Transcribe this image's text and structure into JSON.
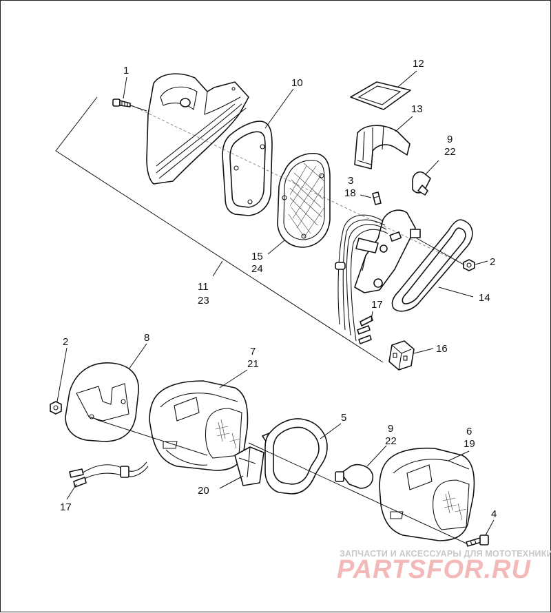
{
  "labels": {
    "l1": "1",
    "l10": "10",
    "l12": "12",
    "l13": "13",
    "l9a": "9",
    "l22a": "22",
    "l3": "3",
    "l18": "18",
    "l15": "15",
    "l24": "24",
    "l11": "11",
    "l23": "23",
    "l2a": "2",
    "l14": "14",
    "l17a": "17",
    "l16": "16",
    "l2b": "2",
    "l8": "8",
    "l7": "7",
    "l21": "21",
    "l5": "5",
    "l9b": "9",
    "l22b": "22",
    "l6": "6",
    "l19": "19",
    "l20": "20",
    "l17b": "17",
    "l4": "4"
  },
  "watermark": {
    "caption": "ЗАПЧАСТИ И АКСЕССУАРЫ ДЛЯ МОТОТЕХНИКИ",
    "logo": "PARTSFOR.RU"
  }
}
